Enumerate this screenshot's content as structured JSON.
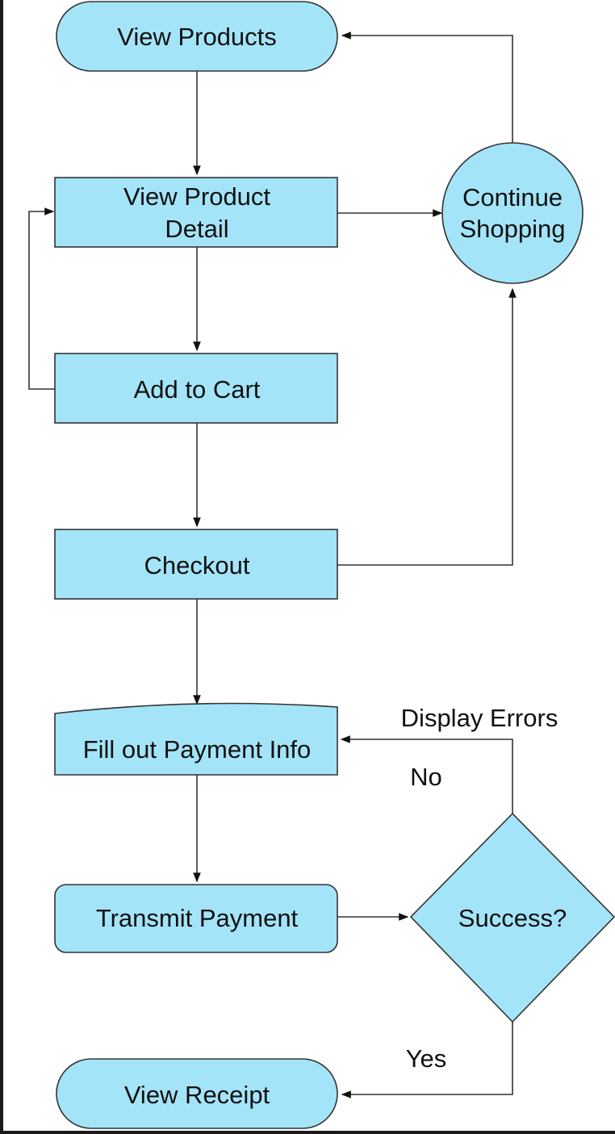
{
  "diagram": {
    "nodes": {
      "view_products": "View Products",
      "view_product_detail": [
        "View Product",
        "Detail"
      ],
      "continue_shopping": [
        "Continue",
        "Shopping"
      ],
      "add_to_cart": "Add to Cart",
      "checkout": "Checkout",
      "fill_out_payment_info": "Fill out Payment Info",
      "transmit_payment": "Transmit Payment",
      "success": "Success?",
      "view_receipt": "View Receipt"
    },
    "edge_labels": {
      "display_errors": "Display Errors",
      "no": "No",
      "yes": "Yes"
    },
    "colors": {
      "node_fill": "#a4e4f8",
      "stroke": "#333333"
    }
  }
}
